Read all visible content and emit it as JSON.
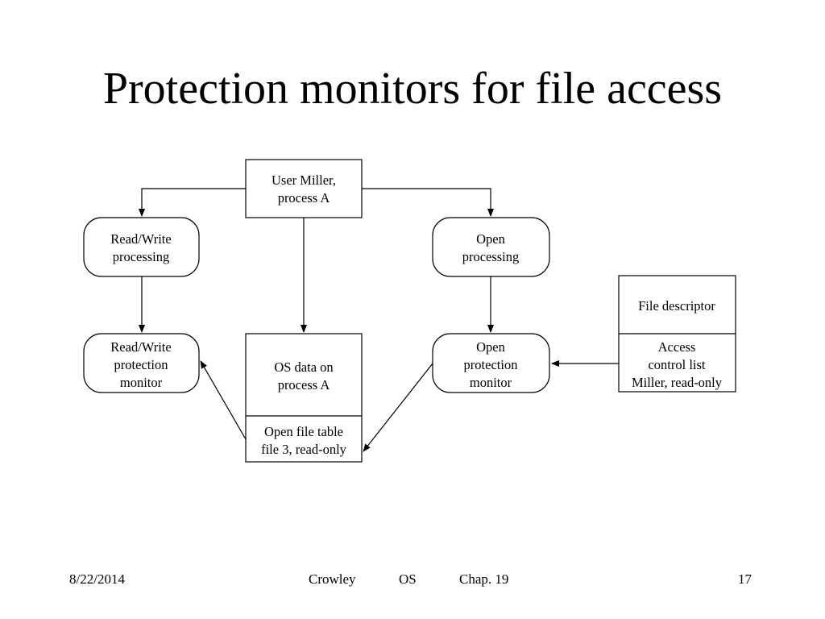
{
  "slide": {
    "title": "Protection monitors for file access"
  },
  "diagram": {
    "user_process": [
      "User Miller,",
      "process A"
    ],
    "rw_processing": [
      "Read/Write",
      "processing"
    ],
    "open_processing": [
      "Open",
      "processing"
    ],
    "rw_monitor": [
      "Read/Write",
      "protection",
      "monitor"
    ],
    "os_data": [
      "OS data on",
      "process A"
    ],
    "open_file_table": [
      "Open file table",
      "file 3, read-only"
    ],
    "open_monitor": [
      "Open",
      "protection",
      "monitor"
    ],
    "file_descriptor": [
      "File descriptor"
    ],
    "access_control_list": [
      "Access",
      "control list",
      "Miller, read-only"
    ]
  },
  "footer": {
    "date": "8/22/2014",
    "author": "Crowley",
    "course": "OS",
    "chapter": "Chap. 19",
    "page": "17"
  }
}
